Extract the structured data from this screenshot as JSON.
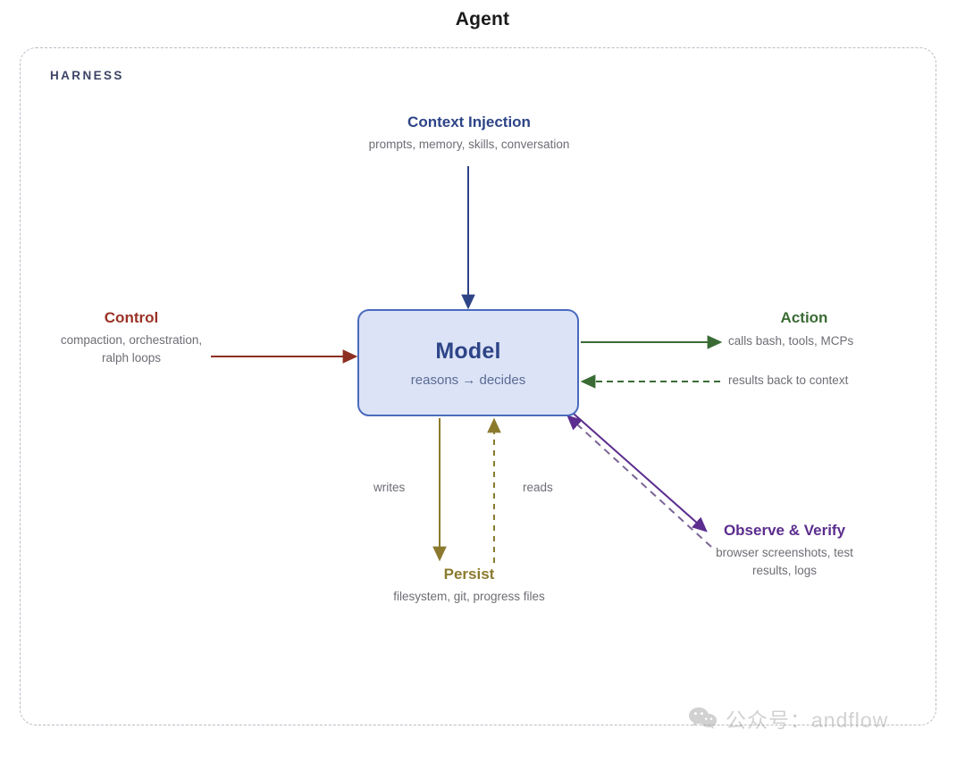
{
  "diagram": {
    "title": "Agent",
    "container_label": "HARNESS"
  },
  "model": {
    "title": "Model",
    "subtitle": "reasons → decides",
    "fill": "#dce3f7",
    "border": "#4a6bbd"
  },
  "nodes": {
    "context": {
      "title": "Context Injection",
      "subtitle": "prompts, memory, skills, conversation",
      "color": "#2d4487"
    },
    "control": {
      "title": "Control",
      "subtitle_line1": "compaction, orchestration,",
      "subtitle_line2": "ralph loops",
      "color": "#9b3226"
    },
    "action": {
      "title": "Action",
      "color": "#3a6b35"
    },
    "persist": {
      "title": "Persist",
      "subtitle": "filesystem, git, progress files",
      "color": "#8b7a2e"
    },
    "observe": {
      "title": "Observe & Verify",
      "subtitle_line1": "browser screenshots, test",
      "subtitle_line2": "results, logs",
      "color": "#5b2d8e"
    }
  },
  "edges": {
    "calls": "calls bash, tools, MCPs",
    "results": "results back to context",
    "writes": "writes",
    "reads": "reads"
  },
  "watermark": {
    "text": "公众号：andflow",
    "icon": "wechat-icon"
  }
}
